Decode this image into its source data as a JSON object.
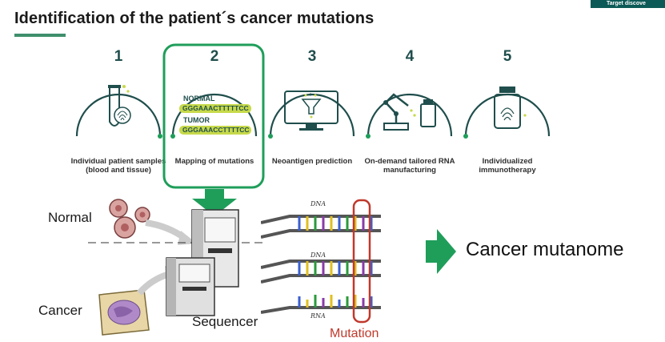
{
  "header": {
    "title": "Identification of the patient´s cancer mutations",
    "corner_tag": "Target discove"
  },
  "steps": [
    {
      "number": "1",
      "label": "Individual patient samples (blood and tissue)",
      "icon": "test-tube-fingerprint-icon"
    },
    {
      "number": "2",
      "label": "Mapping of mutations",
      "icon": "sequence-compare-icon"
    },
    {
      "number": "3",
      "label": "Neoantigen prediction",
      "icon": "monitor-funnel-icon"
    },
    {
      "number": "4",
      "label": "On-demand tailored RNA manufacturing",
      "icon": "robot-arm-icon"
    },
    {
      "number": "5",
      "label": "Individualized immunotherapy",
      "icon": "vial-fingerprint-icon"
    }
  ],
  "sequences": {
    "normal_label": "NORMAL",
    "normal_seq": "GGGAAACTTTTTCC",
    "tumor_label": "TUMOR",
    "tumor_seq": "GGGAAACCTTTTCC"
  },
  "diagram": {
    "normal_label": "Normal",
    "cancer_label": "Cancer",
    "sequencer_label": "Sequencer",
    "mutation_label": "Mutation",
    "dna_label_1": "DNA",
    "dna_label_2": "DNA",
    "rna_label": "RNA",
    "result_label": "Cancer mutanome"
  },
  "colors": {
    "accent_green": "#1f9e5a",
    "dark_teal": "#1f4e4c",
    "mutation_red": "#c0392b",
    "sequence_bar": "#c7d94a"
  }
}
